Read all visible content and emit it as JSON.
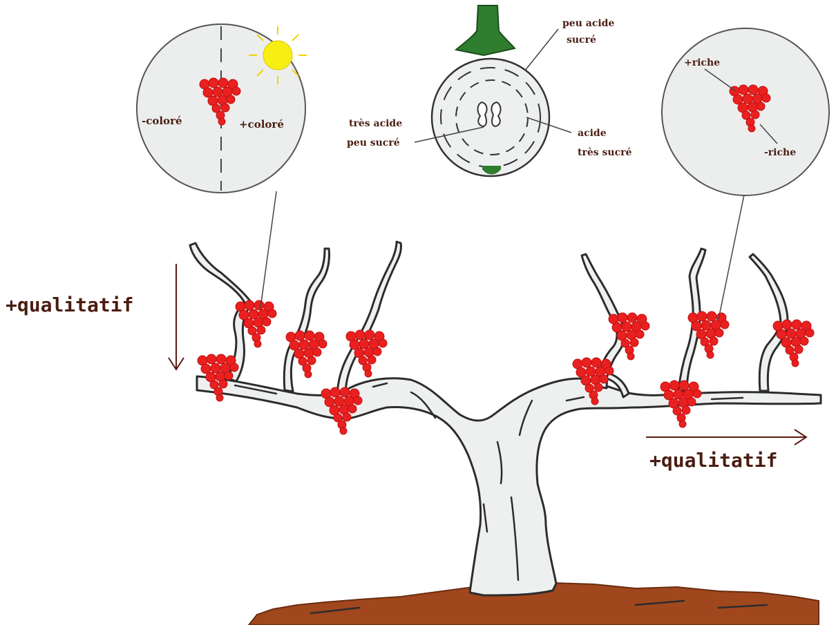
{
  "left_circle": {
    "left_label": "-coloré",
    "right_label": "+coloré",
    "icon": "sun-icon"
  },
  "berry": {
    "outer_top_label_line1": "peu acide",
    "outer_top_label_line2": "sucré",
    "core_label_line1": "très acide",
    "core_label_line2": "peu sucré",
    "middle_label_line1": "acide",
    "middle_label_line2": "très sucré"
  },
  "right_circle": {
    "top_label": "+riche",
    "bottom_label": "-riche"
  },
  "vertical_axis": {
    "label": "+qualitatif"
  },
  "horizontal_axis": {
    "label": "+qualitatif"
  },
  "colors": {
    "grape": "#ea2020",
    "stem": "#2f7d2f",
    "soil": "#a0471e",
    "text": "#4a1d12",
    "trunk": "#eef0f0"
  }
}
